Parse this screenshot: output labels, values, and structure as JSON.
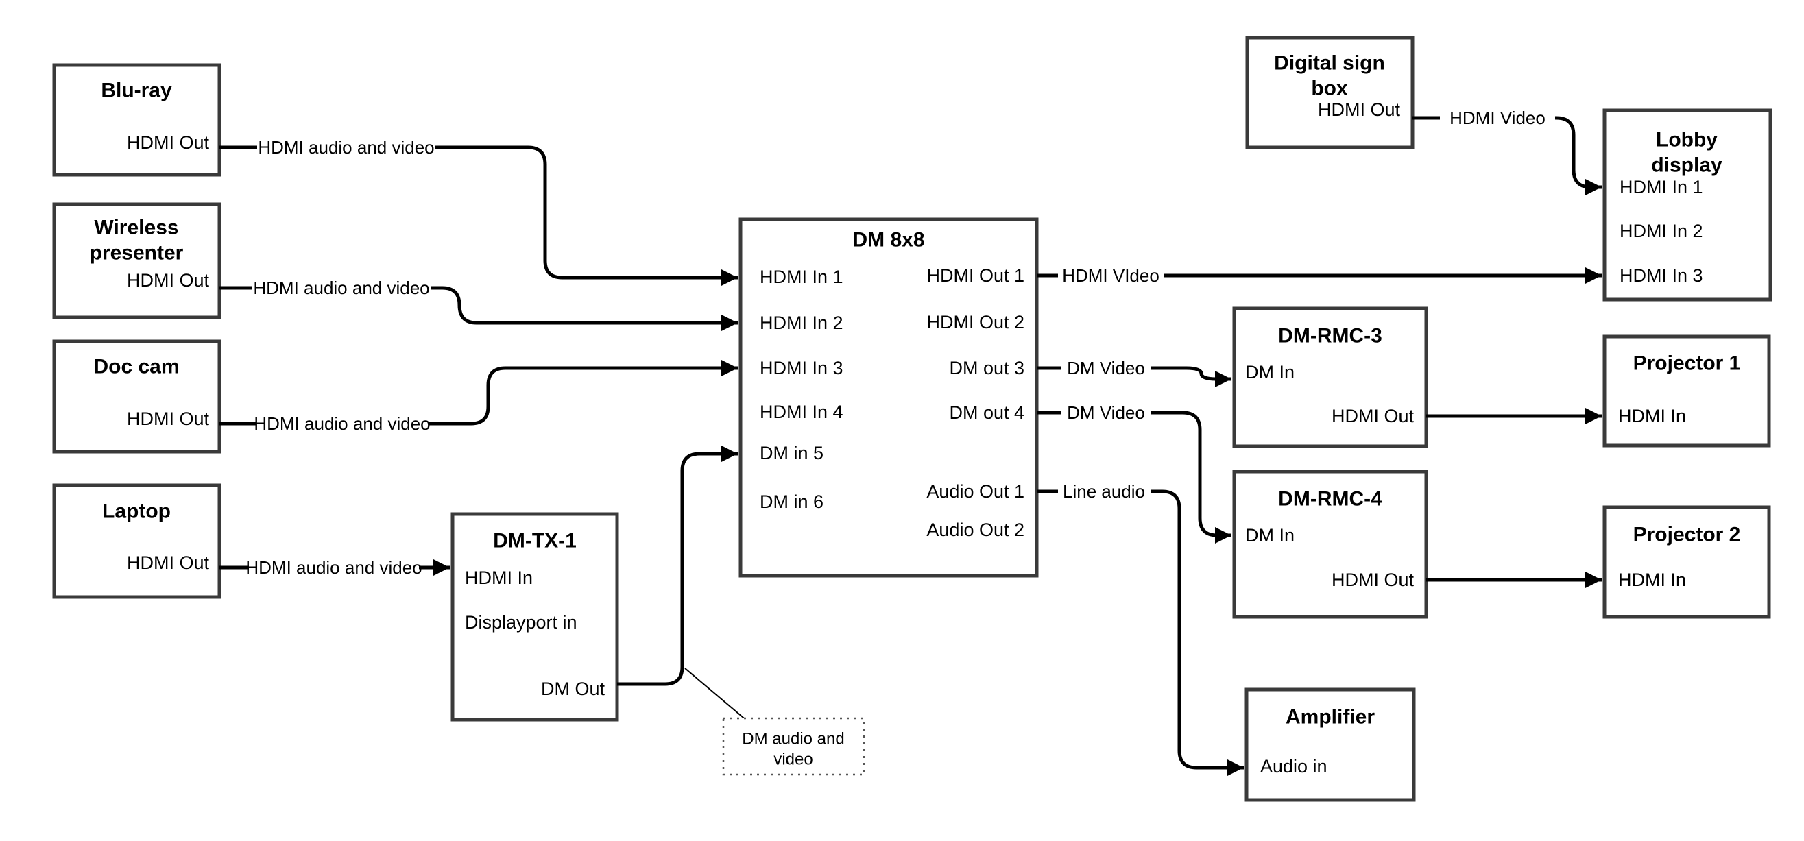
{
  "colors": {
    "background": "#ffffff",
    "box_border": "#3a3a3a",
    "line": "#000000",
    "text": "#000000"
  },
  "nodes": {
    "bluray": {
      "title": "Blu-ray",
      "port_out": "HDMI Out"
    },
    "wireless": {
      "title_line1": "Wireless",
      "title_line2": "presenter",
      "port_out": "HDMI Out"
    },
    "doccam": {
      "title": "Doc cam",
      "port_out": "HDMI Out"
    },
    "laptop": {
      "title": "Laptop",
      "port_out": "HDMI Out"
    },
    "dmtx1": {
      "title": "DM-TX-1",
      "port_hdmi_in": "HDMI In",
      "port_displayport_in": "Displayport in",
      "port_dm_out": "DM Out"
    },
    "dm8x8": {
      "title": "DM 8x8",
      "port_in1": "HDMI In 1",
      "port_in2": "HDMI In 2",
      "port_in3": "HDMI In 3",
      "port_in4": "HDMI In 4",
      "port_in5": "DM in 5",
      "port_in6": "DM in 6",
      "port_out1": "HDMI Out 1",
      "port_out2": "HDMI Out 2",
      "port_out3": "DM out 3",
      "port_out4": "DM out 4",
      "port_audio_out1": "Audio Out 1",
      "port_audio_out2": "Audio Out 2"
    },
    "digital_sign": {
      "title_line1": "Digital sign",
      "title_line2": "box",
      "port_out": "HDMI Out"
    },
    "lobby_display": {
      "title_line1": "Lobby",
      "title_line2": "display",
      "port_in1": "HDMI In 1",
      "port_in2": "HDMI In 2",
      "port_in3": "HDMI In 3"
    },
    "dm_rmc3": {
      "title": "DM-RMC-3",
      "port_dm_in": "DM In",
      "port_hdmi_out": "HDMI Out"
    },
    "projector1": {
      "title": "Projector 1",
      "port_hdmi_in": "HDMI In"
    },
    "dm_rmc4": {
      "title": "DM-RMC-4",
      "port_dm_in": "DM In",
      "port_hdmi_out": "HDMI Out"
    },
    "projector2": {
      "title": "Projector 2",
      "port_hdmi_in": "HDMI In"
    },
    "amplifier": {
      "title": "Amplifier",
      "port_audio_in": "Audio in"
    }
  },
  "edges": {
    "bluray_to_dm8x8": {
      "label": "HDMI audio and video"
    },
    "wireless_to_dm8x8": {
      "label": "HDMI audio and video"
    },
    "doccam_to_dm8x8": {
      "label": "HDMI audio and video"
    },
    "laptop_to_dmtx1": {
      "label": "HDMI audio and video"
    },
    "dm8x8_out1_to_lobby": {
      "label": "HDMI VIdeo"
    },
    "dm8x8_out3_to_rmc3": {
      "label": "DM Video"
    },
    "dm8x8_out4_to_rmc4": {
      "label": "DM Video"
    },
    "dm8x8_audio1_to_amplifier": {
      "label": "Line audio"
    },
    "digital_sign_to_lobby": {
      "label": "HDMI Video"
    },
    "dmtx1_callout": {
      "label_line1": "DM audio and",
      "label_line2": "video"
    }
  }
}
